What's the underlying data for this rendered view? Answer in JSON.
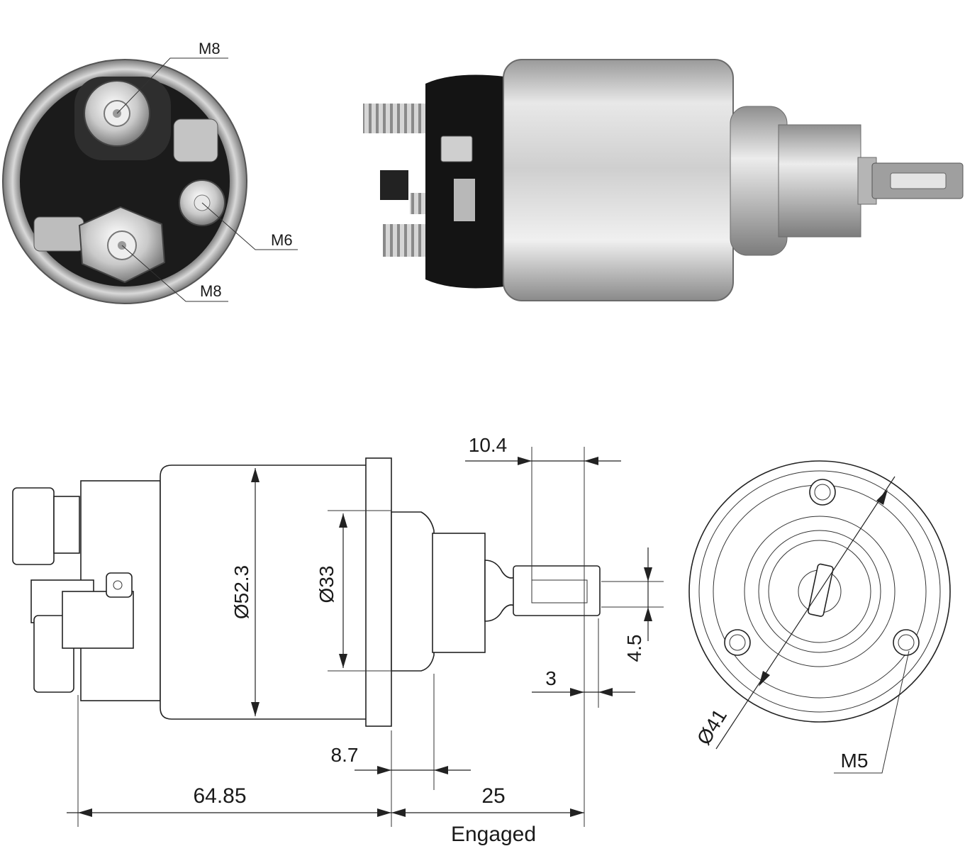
{
  "labels": {
    "end_top": "M8",
    "end_right": "M6",
    "end_bottom": "M8",
    "dim_10_4": "10.4",
    "dim_52_3": "Ø52.3",
    "dim_33": "Ø33",
    "dim_4_5": "4.5",
    "dim_3": "3",
    "dim_8_7": "8.7",
    "dim_64_85": "64.85",
    "dim_25": "25",
    "engaged": "Engaged",
    "dim_41": "Ø41",
    "thread_m5": "M5"
  },
  "icons": {
    "end_view_photo": "solenoid-terminal-end-photo",
    "side_view_photo": "solenoid-side-photo",
    "side_drawing": "solenoid-side-drawing",
    "front_drawing": "solenoid-front-drawing"
  },
  "colors": {
    "line": "#222222",
    "metal_light": "#e2e2e2",
    "metal_dark": "#8c8c8c",
    "cap_black": "#141414"
  }
}
